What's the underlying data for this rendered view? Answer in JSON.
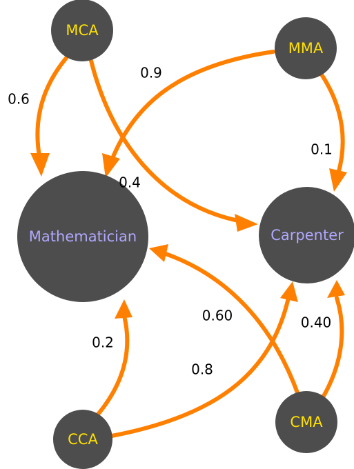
{
  "colors": {
    "node_fill": "#4d4d4d",
    "edge": "#ff8000",
    "small_node_text": "#ffe000",
    "large_node_text": "#b0a8ff",
    "edge_label_text": "#000000"
  },
  "nodes": {
    "mca": "MCA",
    "mma": "MMA",
    "mathematician": "Mathematician",
    "carpenter": "Carpenter",
    "cca": "CCA",
    "cma": "CMA"
  },
  "edges": {
    "mca_to_mathematician": "0.6",
    "mca_to_carpenter": "0.4",
    "mma_to_mathematician": "0.9",
    "mma_to_carpenter": "0.1",
    "cca_to_mathematician": "0.2",
    "cca_to_carpenter": "0.8",
    "cma_to_mathematician": "0.60",
    "cma_to_carpenter": "0.40"
  }
}
